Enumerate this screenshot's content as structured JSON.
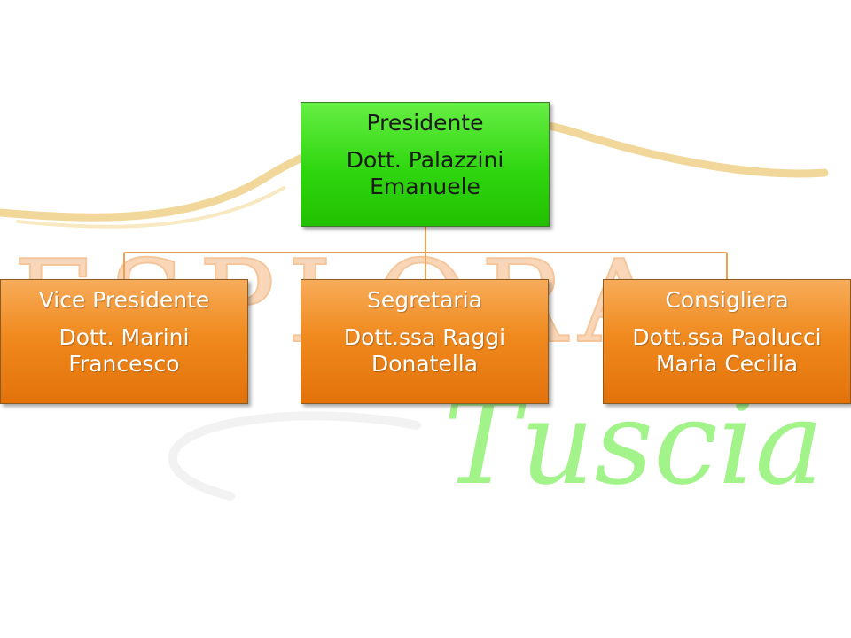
{
  "watermark": {
    "word_top": "ESPLORA",
    "word_bottom": "Tuscia",
    "swoosh_color": "#f0d088",
    "top_word_color": "#f4b37a",
    "bottom_word_color": "#8ff07a"
  },
  "colors": {
    "top_node": "#33d915",
    "child_node": "#f08a1e",
    "connector": "#f0a050"
  },
  "org_chart": {
    "president": {
      "role": "Presidente",
      "name": "Dott. Palazzini\nEmanuele"
    },
    "members": [
      {
        "role": "Vice Presidente",
        "name": "Dott. Marini\nFrancesco"
      },
      {
        "role": "Segretaria",
        "name": "Dott.ssa Raggi\nDonatella"
      },
      {
        "role": "Consigliera",
        "name": "Dott.ssa Paolucci\nMaria Cecilia"
      }
    ]
  }
}
